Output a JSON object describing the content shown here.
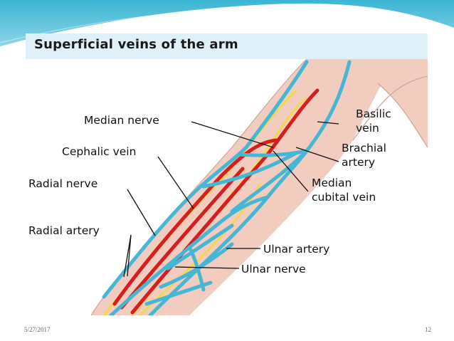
{
  "figure": {
    "title": "Superficial veins of the arm",
    "labels": {
      "median_nerve": "Median nerve",
      "cephalic_vein": "Cephalic vein",
      "radial_nerve": "Radial nerve",
      "radial_artery": "Radial artery",
      "basilic_vein_1": "Basilic",
      "basilic_vein_2": "vein",
      "brachial_artery_1": "Brachial",
      "brachial_artery_2": "artery",
      "median_cubital_1": "Median",
      "median_cubital_2": "cubital vein",
      "ulnar_artery": "Ulnar artery",
      "ulnar_nerve": "Ulnar nerve"
    }
  },
  "footer": {
    "date": "5/27/2017",
    "page_number": "12"
  },
  "colors": {
    "header_teal": "#3bb7d6",
    "skin": "#f2cdbf",
    "vein": "#45b6d3",
    "artery": "#d51e1e",
    "nerve": "#f2d84a"
  }
}
